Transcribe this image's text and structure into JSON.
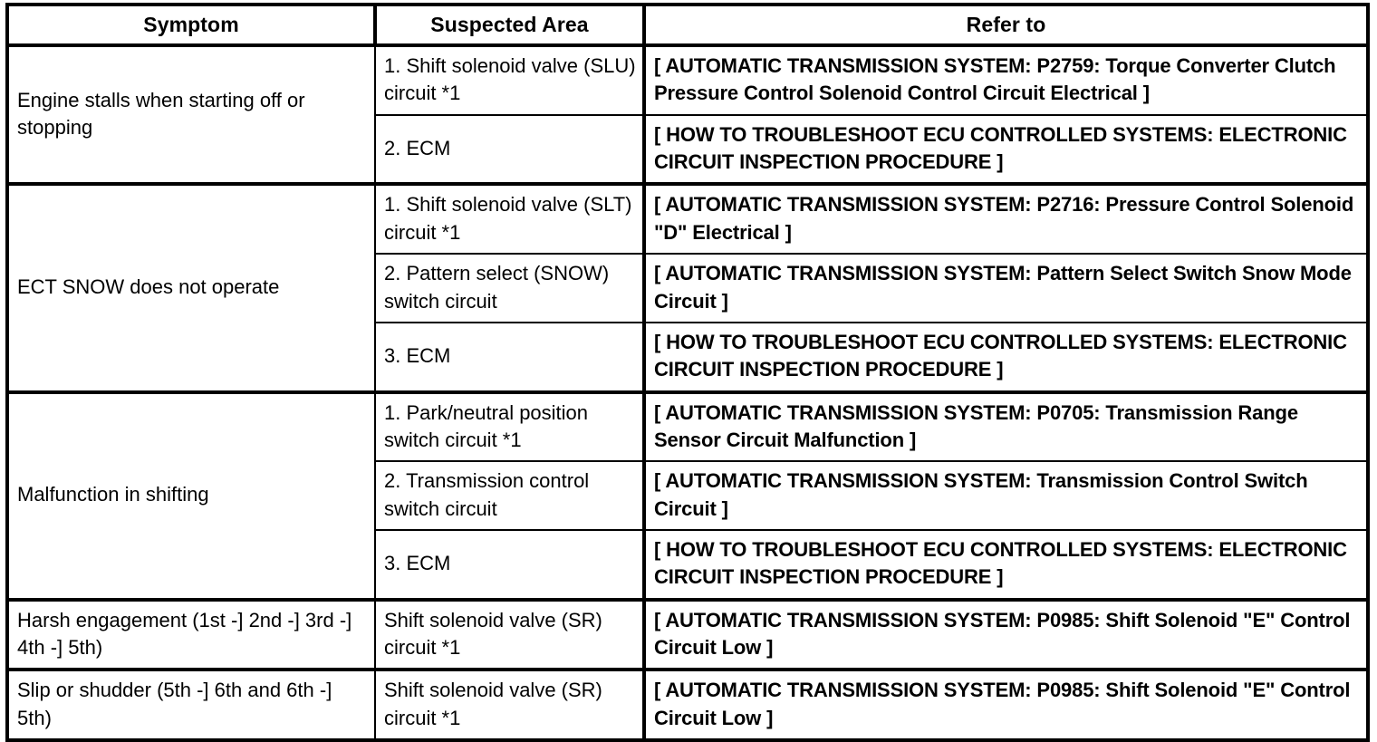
{
  "table": {
    "headers": {
      "symptom": "Symptom",
      "suspected_area": "Suspected Area",
      "refer_to": "Refer to"
    },
    "groups": [
      {
        "symptom": "Engine stalls when starting off or stopping",
        "rows": [
          {
            "suspected_area": "1. Shift solenoid valve (SLU) circuit *1",
            "refer_to": "[ AUTOMATIC TRANSMISSION SYSTEM: P2759: Torque Converter Clutch Pressure Control Solenoid Control Circuit Electrical ]"
          },
          {
            "suspected_area": "2. ECM",
            "refer_to": "[ HOW TO TROUBLESHOOT ECU CONTROLLED SYSTEMS: ELECTRONIC CIRCUIT INSPECTION PROCEDURE ]"
          }
        ]
      },
      {
        "symptom": "ECT SNOW does not operate",
        "rows": [
          {
            "suspected_area": "1. Shift solenoid valve (SLT) circuit *1",
            "refer_to": "[ AUTOMATIC TRANSMISSION SYSTEM: P2716: Pressure Control Solenoid \"D\" Electrical ]"
          },
          {
            "suspected_area": "2. Pattern select (SNOW) switch circuit",
            "refer_to": "[ AUTOMATIC TRANSMISSION SYSTEM: Pattern Select Switch Snow Mode Circuit ]"
          },
          {
            "suspected_area": "3. ECM",
            "refer_to": "[ HOW TO TROUBLESHOOT ECU CONTROLLED SYSTEMS: ELECTRONIC CIRCUIT INSPECTION PROCEDURE ]"
          }
        ]
      },
      {
        "symptom": "Malfunction in shifting",
        "rows": [
          {
            "suspected_area": "1. Park/neutral position switch circuit *1",
            "refer_to": "[ AUTOMATIC TRANSMISSION SYSTEM: P0705: Transmission Range Sensor Circuit Malfunction ]"
          },
          {
            "suspected_area": "2. Transmission control switch circuit",
            "refer_to": "[ AUTOMATIC TRANSMISSION SYSTEM: Transmission Control Switch Circuit ]"
          },
          {
            "suspected_area": "3. ECM",
            "refer_to": "[ HOW TO TROUBLESHOOT ECU CONTROLLED SYSTEMS: ELECTRONIC CIRCUIT INSPECTION PROCEDURE ]"
          }
        ]
      },
      {
        "symptom": "Harsh engagement (1st -] 2nd -] 3rd -] 4th -] 5th)",
        "rows": [
          {
            "suspected_area": "Shift solenoid valve (SR) circuit *1",
            "refer_to": "[ AUTOMATIC TRANSMISSION SYSTEM: P0985: Shift Solenoid \"E\" Control Circuit Low ]"
          }
        ]
      },
      {
        "symptom": "Slip or shudder (5th -] 6th and 6th -] 5th)",
        "rows": [
          {
            "suspected_area": "Shift solenoid valve (SR) circuit *1",
            "refer_to": "[ AUTOMATIC TRANSMISSION SYSTEM: P0985: Shift Solenoid \"E\" Control Circuit Low ]"
          }
        ]
      }
    ]
  },
  "style": {
    "border_color": "#000000",
    "background": "#ffffff",
    "text_color": "#000000"
  }
}
